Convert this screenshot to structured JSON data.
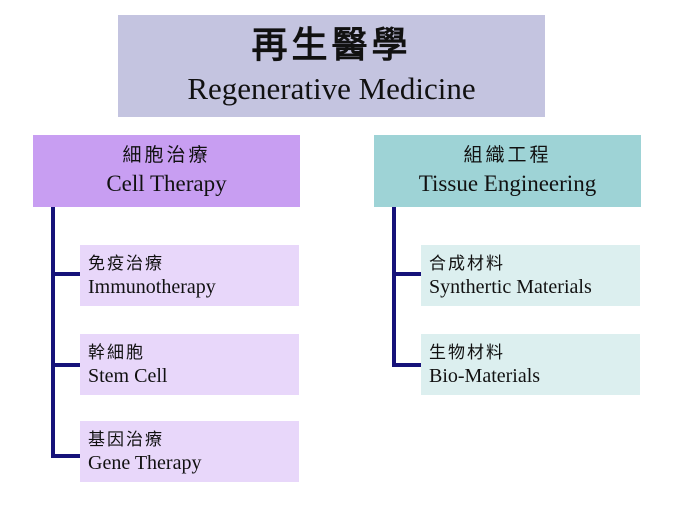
{
  "root": {
    "zh": "再生醫學",
    "en": "Regenerative Medicine"
  },
  "cell_therapy": {
    "zh": "細胞治療",
    "en": "Cell Therapy",
    "children": [
      {
        "zh": "免疫治療",
        "en": "Immunotherapy"
      },
      {
        "zh": "幹細胞",
        "en": "Stem Cell"
      },
      {
        "zh": "基因治療",
        "en": "Gene Therapy"
      }
    ]
  },
  "tissue_engineering": {
    "zh": "組織工程",
    "en": "Tissue Engineering",
    "children": [
      {
        "zh": "合成材料",
        "en": "Synthertic Materials"
      },
      {
        "zh": "生物材料",
        "en": "Bio-Materials"
      }
    ]
  },
  "colors": {
    "root_bg": "#c4c4e0",
    "cell_category_bg": "#c89ef2",
    "cell_leaf_bg": "#e8d7fa",
    "tissue_category_bg": "#9ed3d6",
    "tissue_leaf_bg": "#dcefef",
    "connector": "#16127a"
  }
}
